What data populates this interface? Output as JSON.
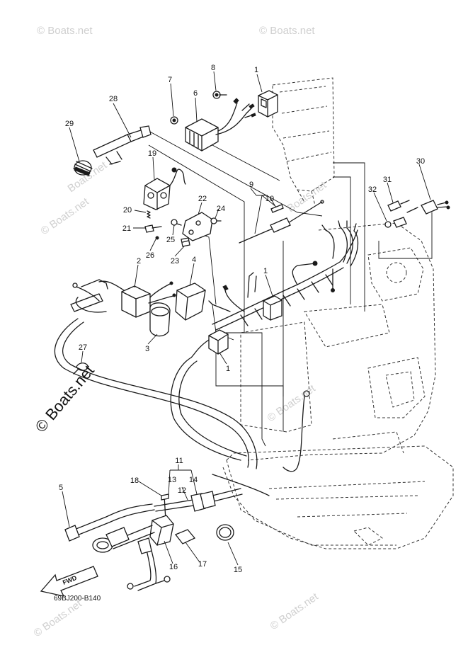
{
  "watermarks": {
    "main": "© Boats.net",
    "small": "© Boats.net",
    "plain": "Boats.net"
  },
  "diagram_code": "69BJ200-B140",
  "fwd_label": "FWD",
  "callouts": [
    "1",
    "1",
    "1",
    "2",
    "3",
    "4",
    "5",
    "6",
    "7",
    "8",
    "9",
    "10",
    "11",
    "12",
    "13",
    "14",
    "15",
    "16",
    "17",
    "18",
    "19",
    "20",
    "21",
    "22",
    "23",
    "24",
    "25",
    "26",
    "27",
    "28",
    "29",
    "30",
    "31",
    "32"
  ]
}
